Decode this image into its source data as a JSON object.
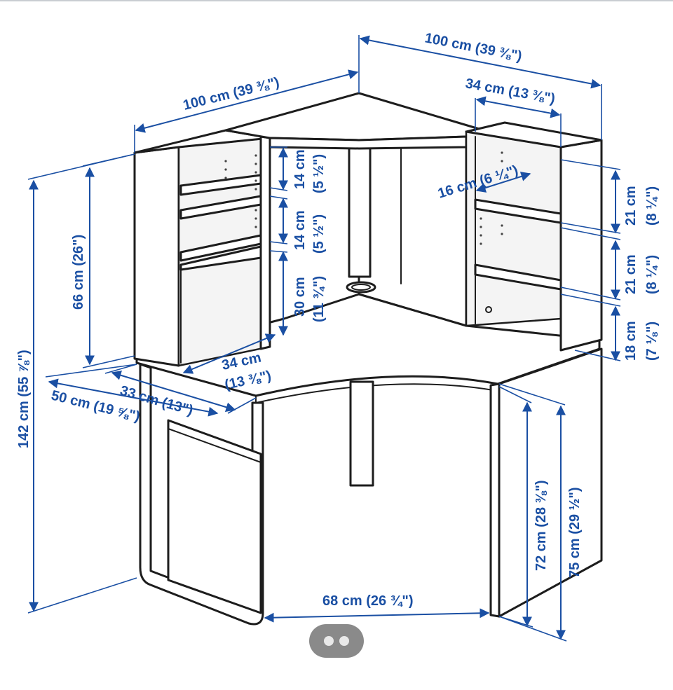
{
  "dimensions": {
    "top_left_width": "100 cm (39 ⅜\")",
    "top_right_width": "100 cm (39 ⅜\")",
    "upper_right_shelf_depth": "34 cm (13 ⅜\")",
    "shelf_opening_depth": "16 cm (6 ¼\")",
    "left_upper_compartment": "14 cm",
    "left_upper_compartment_in": "(5 ½\")",
    "left_middle_compartment": "14 cm",
    "left_middle_compartment_in": "(5 ½\")",
    "left_lower_compartment": "30 cm",
    "left_lower_compartment_in": "(11 ¾\")",
    "right_upper_compartment": "21 cm",
    "right_upper_compartment_in": "(8 ¼\")",
    "right_middle_compartment": "21 cm",
    "right_middle_compartment_in": "(8 ¼\")",
    "right_lower_compartment": "18 cm",
    "right_lower_compartment_in": "(7 ⅛\")",
    "hutch_height": "66 cm (26\")",
    "total_height": "142 cm (55 ⅞\")",
    "left_shelf_depth": "34 cm",
    "left_shelf_depth_in": "(13 ⅜\")",
    "desk_depth_inner": "33 cm (13\")",
    "desk_depth_outer": "50 cm (19 ⅝\")",
    "front_leg_spacing": "68 cm (26 ¾\")",
    "desk_top_height": "72 cm (28 ⅜\")",
    "desk_total_height": "75 cm (29 ½\")"
  },
  "colors": {
    "dimension": "#1a4fa3",
    "line_art": "#1d1d1d",
    "gallery_pill": "#8a8a8a"
  },
  "icons": {
    "gallery": "more-images-icon"
  }
}
